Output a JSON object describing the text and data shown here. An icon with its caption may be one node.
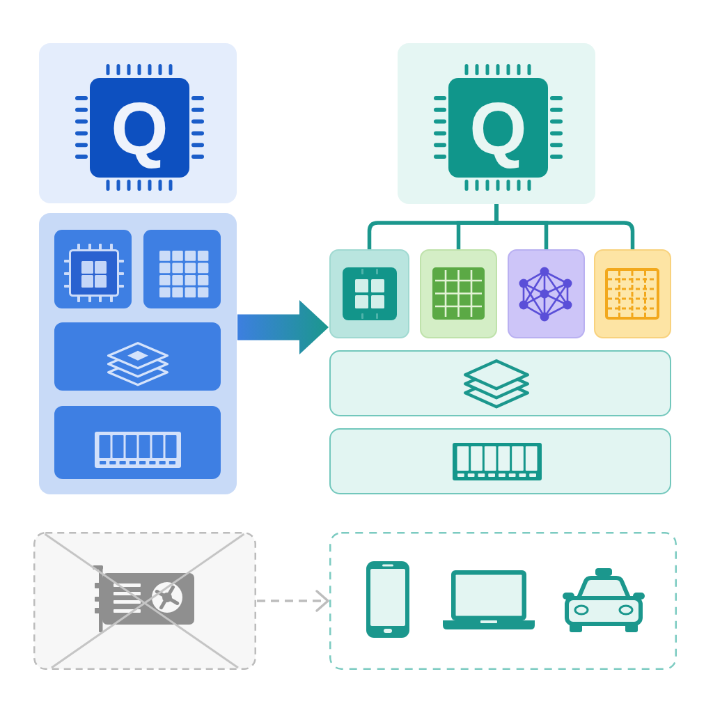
{
  "diagram": {
    "nodes": [
      {
        "text": [
          "Q"
        ]
      },
      {
        "text": [],
        "shape": "box"
      },
      {
        "text": [],
        "shape": "box",
        "in": 1
      },
      {
        "text": [],
        "shape": "box",
        "in": 1
      },
      {
        "text": [],
        "shape": "box",
        "in": 1
      },
      {
        "text": [],
        "shape": "box",
        "in": 1
      },
      {
        "text": [
          "Q"
        ]
      },
      {
        "text": [],
        "shape": "box"
      },
      {
        "text": [],
        "shape": "box"
      },
      {
        "text": [],
        "shape": "box"
      },
      {
        "text": [],
        "shape": "box"
      },
      {
        "text": [],
        "shape": "box"
      },
      {
        "text": [],
        "shape": "box"
      },
      {
        "text": [],
        "shape": "box"
      },
      {
        "text": [],
        "shape": "box"
      }
    ],
    "edges": [
      {
        "from": 1,
        "to": 7,
        "arrow": "to",
        "style": "thick",
        "color": "#3d7fe0"
      },
      {
        "from": 6,
        "to": 7,
        "arrow": "none"
      },
      {
        "from": 6,
        "to": 8,
        "arrow": "none"
      },
      {
        "from": 6,
        "to": 9,
        "arrow": "none"
      },
      {
        "from": 6,
        "to": 10,
        "arrow": "none"
      },
      {
        "from": 13,
        "to": 14,
        "arrow": "to",
        "style": "dashed",
        "color": "#bdbdbd"
      }
    ]
  }
}
